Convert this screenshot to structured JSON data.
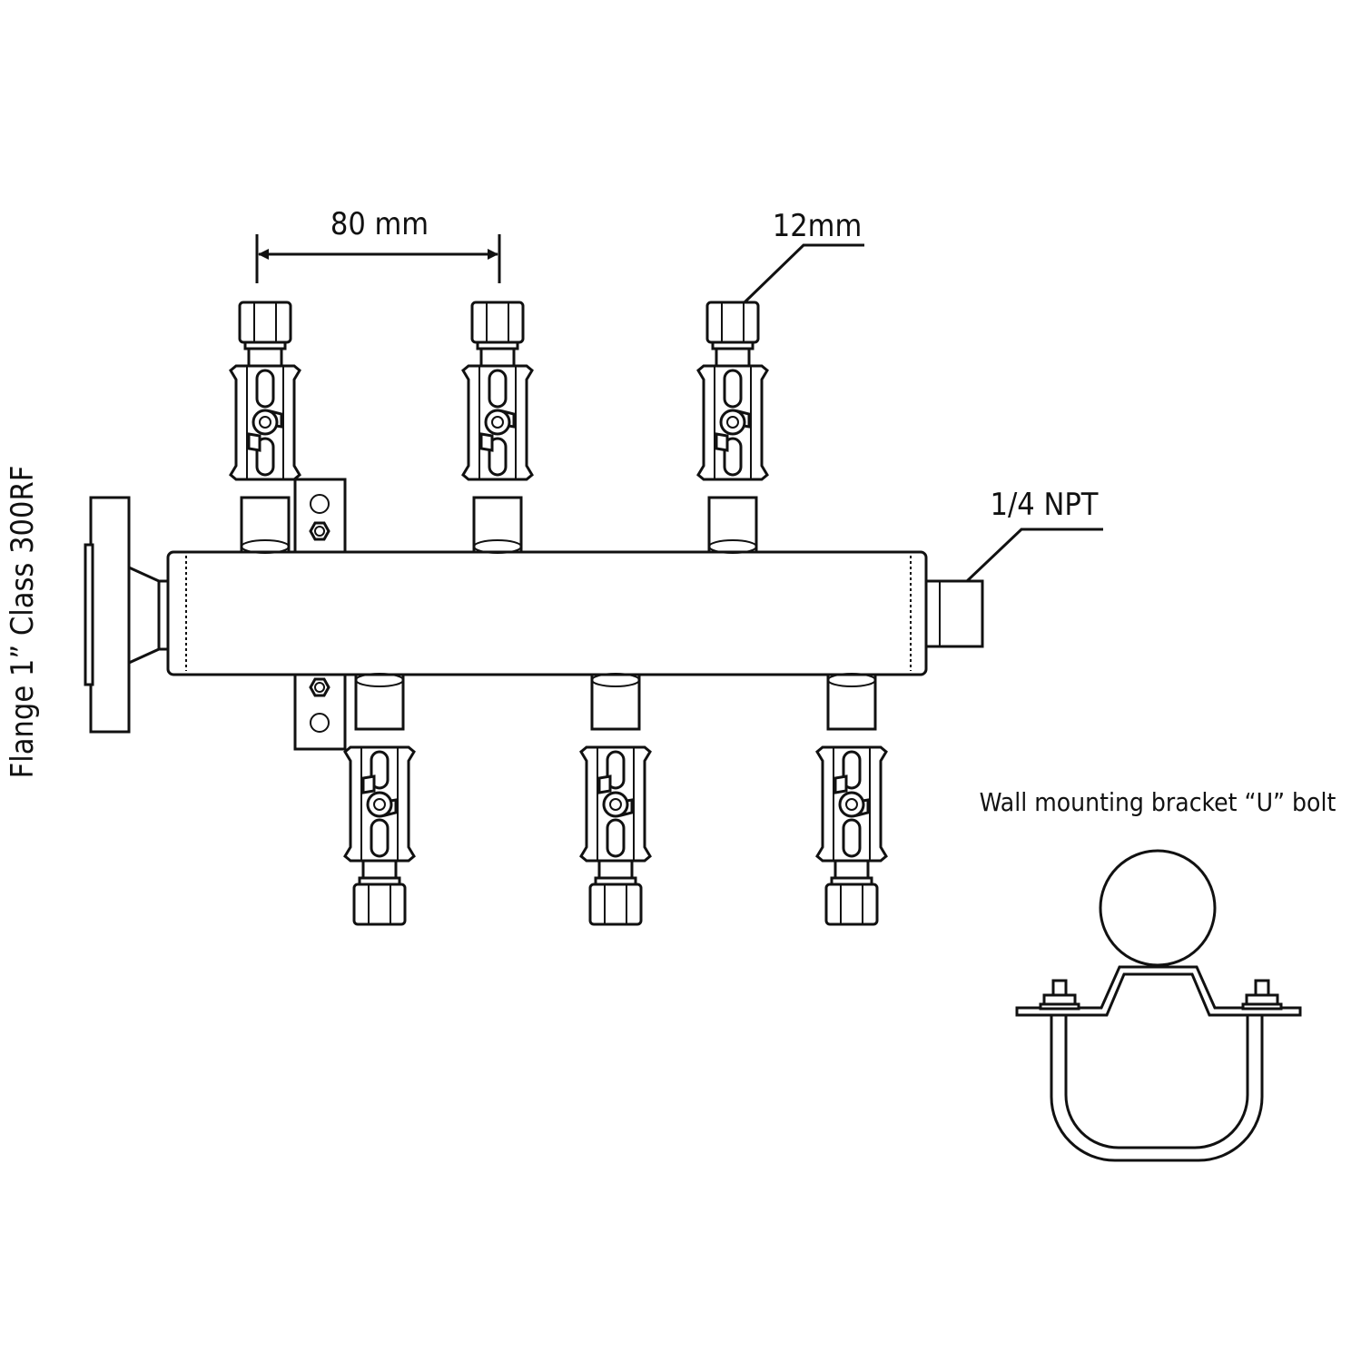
{
  "labels": {
    "spacing": "80 mm",
    "tube_size": "12mm",
    "thread": "1/4 NPT",
    "flange": "Flange 1” Class 300RF",
    "bracket": "Wall mounting bracket “U” bolt"
  },
  "valves": {
    "top_count": 3,
    "bottom_count": 3
  }
}
